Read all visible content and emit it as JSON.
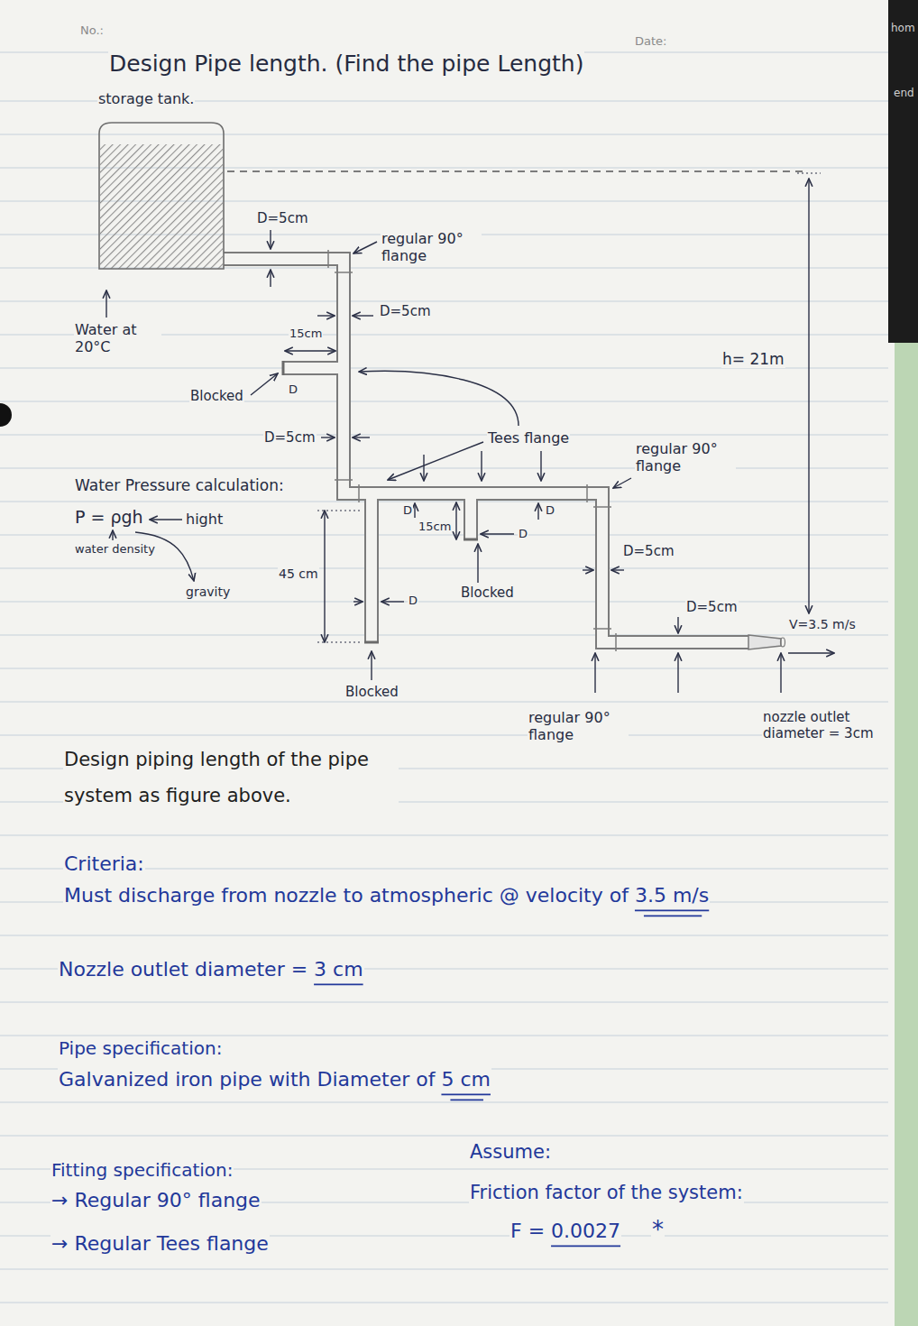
{
  "diagram": {
    "title": "Design Pipe length. (Find the pipe Length)",
    "nodes": [
      {
        "text": [
          "storage tank."
        ]
      }
    ],
    "labels": [
      "No.:",
      "Date:",
      "hom",
      "end",
      "D=5cm",
      "regular 90° flange",
      "D=5cm",
      "Water at 20°C",
      "15cm",
      "D",
      "Blocked",
      "D=5cm",
      "Tees flange",
      "regular 90° flange",
      "h= 21m",
      "Water Pressure calculation:",
      "P = ρgh",
      "hight",
      "water density",
      "gravity",
      "15cm",
      "D",
      "D",
      "D",
      "45 cm",
      "D",
      "Blocked",
      "D=5cm",
      "D=5cm",
      "V=3.5 m/s",
      "Blocked",
      "regular 90° flange",
      "nozzle outlet diameter = 3cm",
      "Design piping length of the pipe system as figure above.",
      "Criteria:",
      "Must discharge from nozzle to atmospheric @ velocity of 3.5 m/s",
      "Nozzle outlet diameter = 3 cm",
      "Pipe specification:",
      "Galvanized iron pipe with Diameter of 5 cm",
      "Fitting specification:",
      "→ Regular 90° flange",
      "→ Regular Tees flange",
      "Assume:",
      "Friction factor of the system:",
      "F = 0.0027",
      "*"
    ]
  }
}
